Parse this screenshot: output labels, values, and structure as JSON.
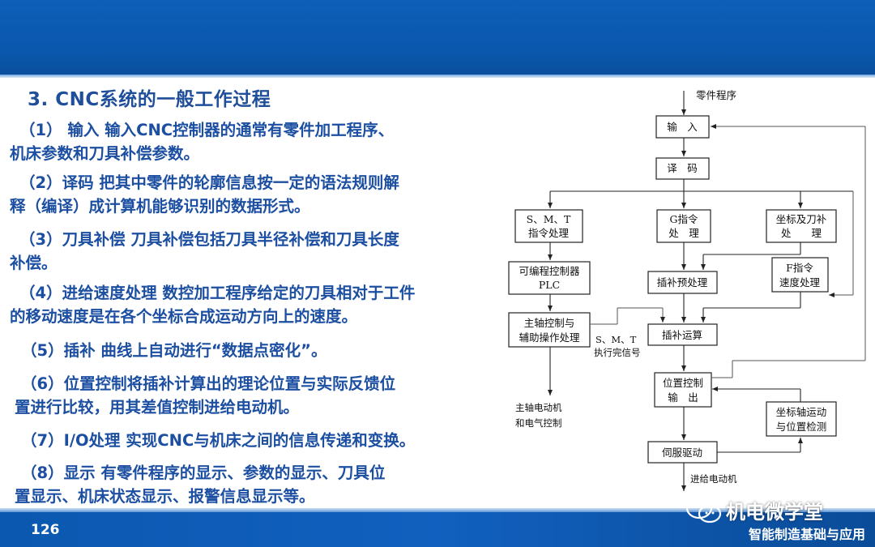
{
  "section_title": "3. CNC系统的一般工作过程",
  "items": [
    {
      "line1": "（1） 输入  输入CNC控制器的通常有零件加工程序、",
      "line2": "机床参数和刀具补偿参数。"
    },
    {
      "line1": "（2）译码 把其中零件的轮廓信息按一定的语法规则解",
      "line2": "释（编译）成计算机能够识别的数据形式。"
    },
    {
      "line1": "（3）刀具补偿  刀具补偿包括刀具半径补偿和刀具长度",
      "line2": "补偿。"
    },
    {
      "line1": "（4）进给速度处理  数控加工程序给定的刀具相对于工件",
      "line2": "的移动速度是在各个坐标合成运动方向上的速度。"
    },
    {
      "line1": "（5）插补 曲线上自动进行“数据点密化”。",
      "line2": ""
    },
    {
      "line1": "（6）位置控制将插补计算出的理论位置与实际反馈位",
      "line2": "置进行比较，用其差值控制进给电动机。"
    },
    {
      "line1": "（7）I/O处理 实现CNC与机床之间的信息传递和变换。",
      "line2": ""
    },
    {
      "line1": "（8）显示 有零件程序的显示、参数的显示、刀具位",
      "line2": "置显示、机床状态显示、报警信息显示等。"
    }
  ],
  "diagram": {
    "start_label": "零件程序",
    "input": "输　入",
    "decode": "译　码",
    "smt_l1": "S、M、T",
    "smt_l2": "指令处理",
    "g_l1": "G指令",
    "g_l2": "处　理",
    "coord_l1": "坐标及刀补",
    "coord_l2": "处　　理",
    "plc_l1": "可编程控制器",
    "plc_l2": "PLC",
    "pre_interp": "插补预处理",
    "f_l1": "F指令",
    "f_l2": "速度处理",
    "spindle_l1": "主轴控制与",
    "spindle_l2": "辅助操作处理",
    "done_l1": "S、M、T",
    "done_l2": "执行完信号",
    "interp": "插补运算",
    "pos_l1": "位置控制",
    "pos_l2": "输　出",
    "motor_l1": "主轴电动机",
    "motor_l2": "和电气控制",
    "detect_l1": "坐标轴运动",
    "detect_l2": "与位置检测",
    "servo": "伺服驱动",
    "end_label": "进给电动机"
  },
  "footer": {
    "page": "126",
    "course": "智能制造基础与应用",
    "watermark": "机电微学堂"
  },
  "colors": {
    "header_blue": "#0d5fb8",
    "text_blue": "#1c4fa1",
    "footer_blue": "#0b58b0"
  }
}
